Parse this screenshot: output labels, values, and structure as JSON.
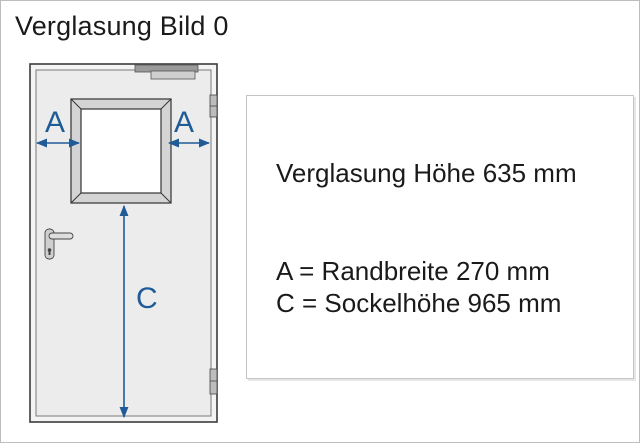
{
  "title": "Verglasung Bild 0",
  "diagram": {
    "label_a_left": "A",
    "label_a_right": "A",
    "label_c": "C"
  },
  "info": {
    "height_line": "Verglasung Höhe 635 mm",
    "a_line": "A = Randbreite 270 mm",
    "c_line": "C = Sockelhöhe 965 mm"
  },
  "colors": {
    "dimension": "#1f5b97",
    "door_fill": "#f0f0f0",
    "frame_outline": "#3c3c3c"
  }
}
